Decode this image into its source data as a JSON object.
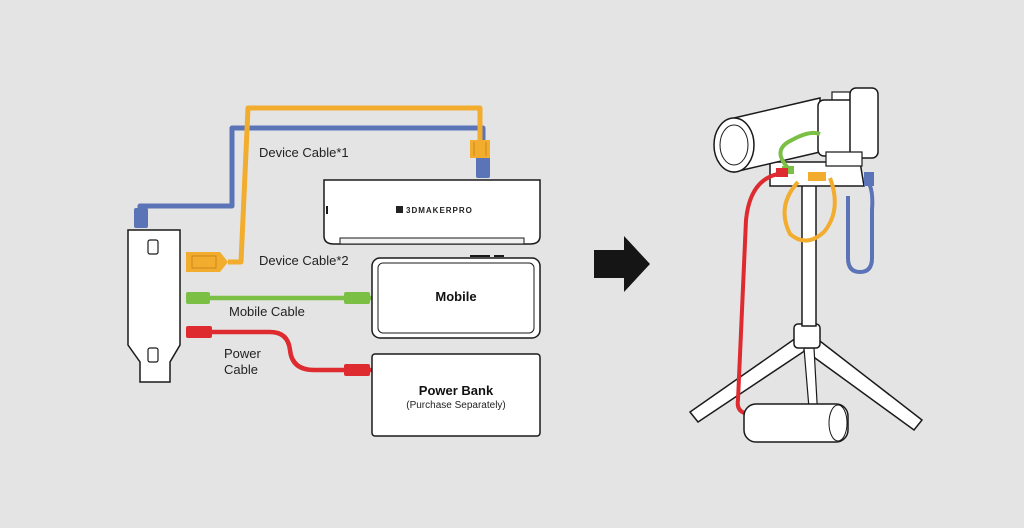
{
  "labels": {
    "device_cable_1": "Device Cable*1",
    "device_cable_2": "Device Cable*2",
    "mobile_cable": "Mobile Cable",
    "power_cable_line1": "Power",
    "power_cable_line2": "Cable"
  },
  "devices": {
    "scanner_brand": "3DMAKERPRO",
    "mobile_label": "Mobile",
    "power_bank_label": "Power Bank",
    "power_bank_note": "(Purchase Separately)"
  },
  "icons": {
    "arrow": "arrow-right-icon"
  },
  "colors": {
    "background": "#e4e4e4",
    "device_cable_1": "#5b74b8",
    "device_cable_2": "#f2ad2e",
    "mobile_cable": "#7bbf44",
    "power_cable": "#dd2b2f",
    "outline": "#1a1a1a",
    "fill": "#ffffff"
  }
}
